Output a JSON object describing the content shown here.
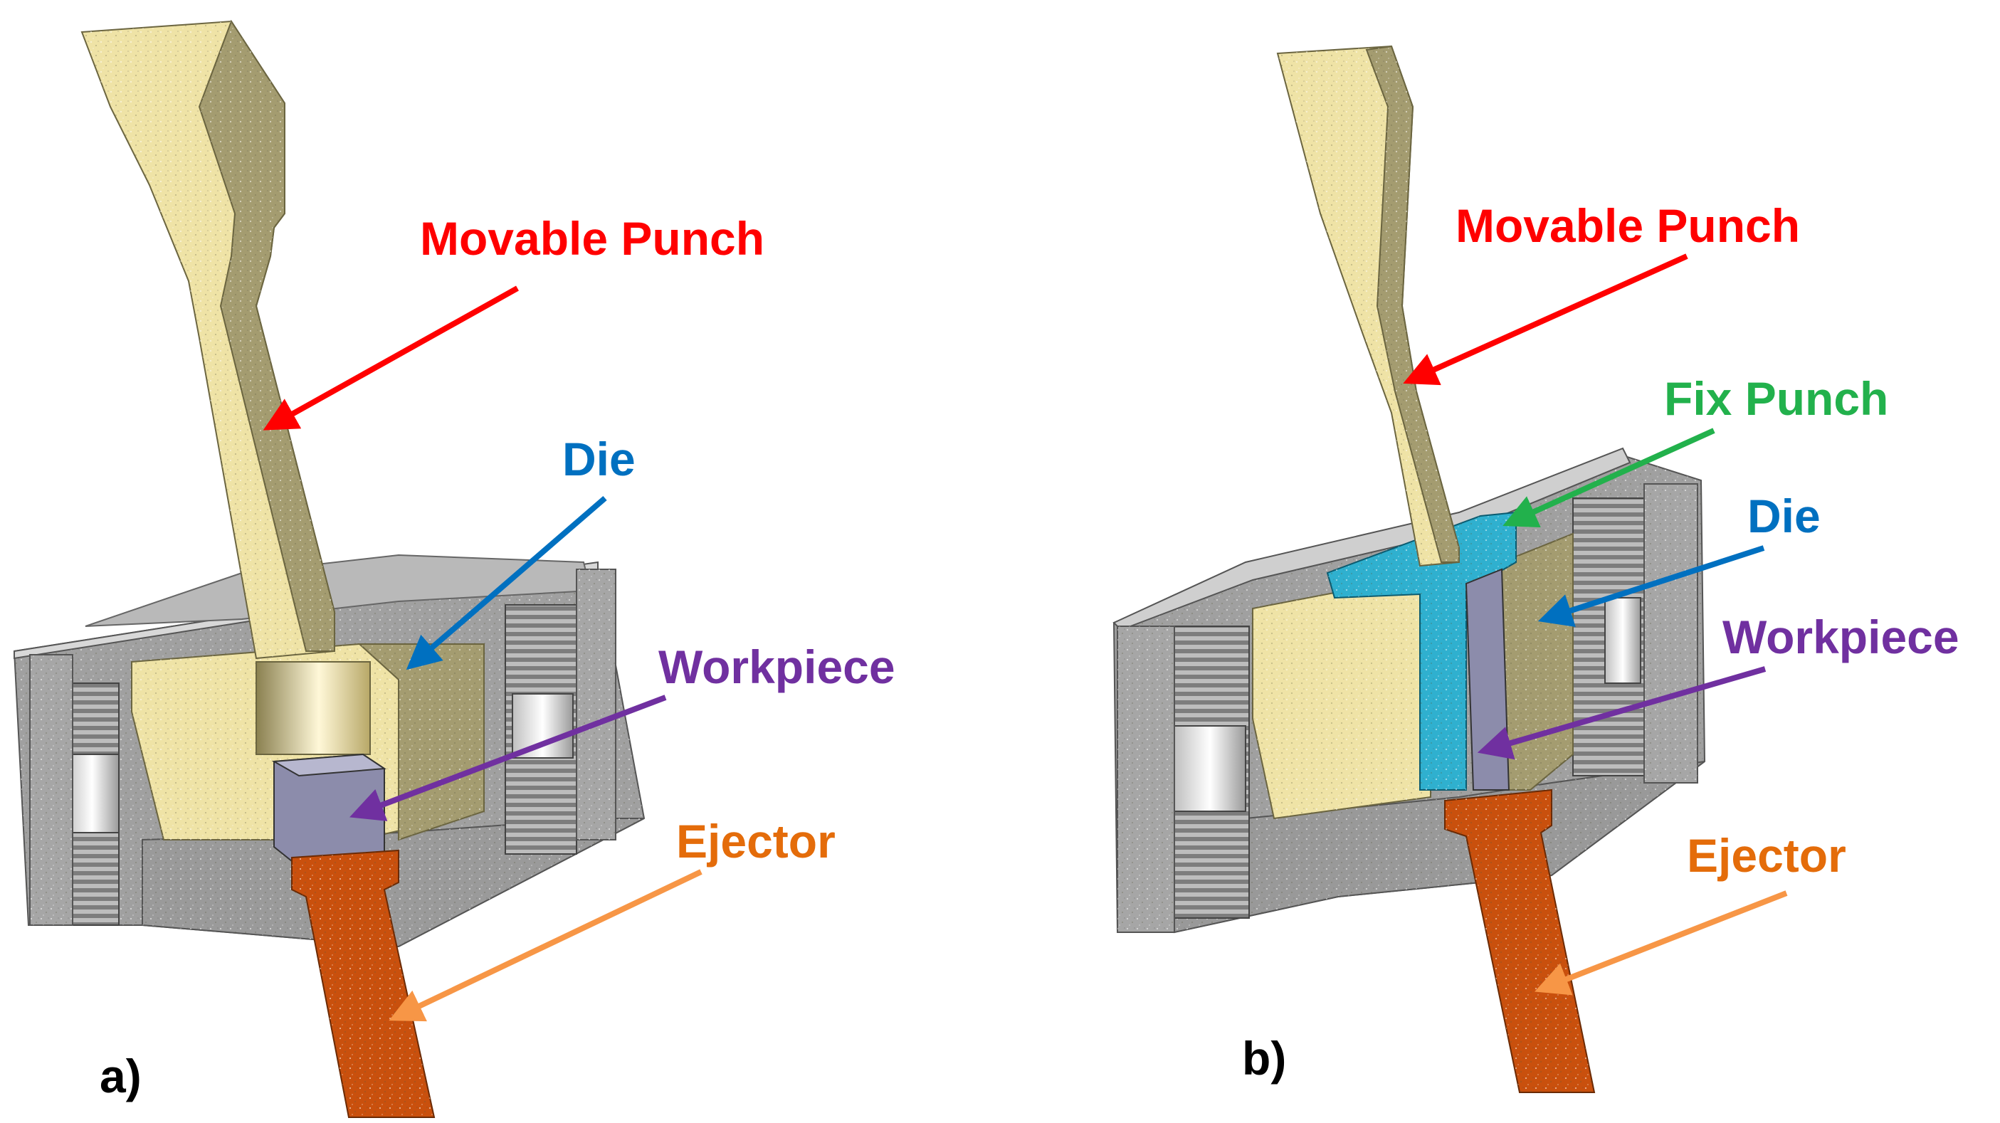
{
  "panels": {
    "a": {
      "tag": "a)",
      "labels": {
        "movable_punch": "Movable Punch",
        "die": "Die",
        "workpiece": "Workpiece",
        "ejector": "Ejector"
      }
    },
    "b": {
      "tag": "b)",
      "labels": {
        "movable_punch": "Movable Punch",
        "fix_punch": "Fix Punch",
        "die": "Die",
        "workpiece": "Workpiece",
        "ejector": "Ejector"
      }
    }
  },
  "colors": {
    "movable_punch": "#ff0000",
    "fix_punch": "#22b14c",
    "die": "#0070c0",
    "workpiece": "#7030a0",
    "ejector": "#e46c0a",
    "ejector_arrow": "#f79646",
    "punch_body": "#efe3a6",
    "punch_shade": "#a49c70",
    "holder_gray": "#a8a8a8",
    "ejector_body": "#c9500d",
    "fix_punch_body": "#2fb0cf",
    "workpiece_body": "#8c8cab"
  }
}
